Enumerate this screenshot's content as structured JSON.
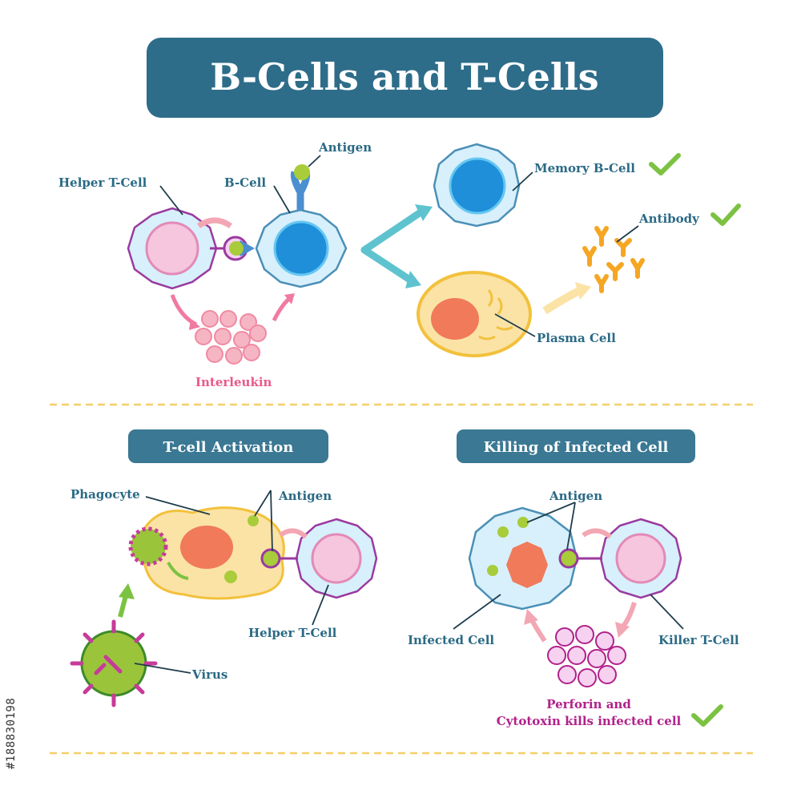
{
  "title": "B-Cells and T-Cells",
  "top_section": {
    "labels": {
      "helper_t_cell": "Helper T-Cell",
      "b_cell": "B-Cell",
      "antigen": "Antigen",
      "memory_b_cell": "Memory B-Cell",
      "antibody": "Antibody",
      "plasma_cell": "Plasma Cell",
      "interleukin": "Interleukin"
    }
  },
  "t_cell_activation": {
    "heading": "T-cell Activation",
    "labels": {
      "phagocyte": "Phagocyte",
      "antigen": "Antigen",
      "helper_t_cell": "Helper T-Cell",
      "virus": "Virus"
    }
  },
  "killing_infected_cell": {
    "heading": "Killing of Infected Cell",
    "labels": {
      "antigen": "Antigen",
      "infected_cell": "Infected Cell",
      "killer_t_cell": "Killer T-Cell",
      "perforin_line1": "Perforin and",
      "perforin_line2": "Cytotoxin kills infected cell"
    }
  },
  "stock_id": "#188830198",
  "colors": {
    "title_bg": "#2e6d8a",
    "heading_bg": "#3a7893",
    "check": "#7cc242",
    "divider": "#f2cf6a"
  },
  "icons": [
    "checkmark-icon",
    "arrow-icon"
  ]
}
